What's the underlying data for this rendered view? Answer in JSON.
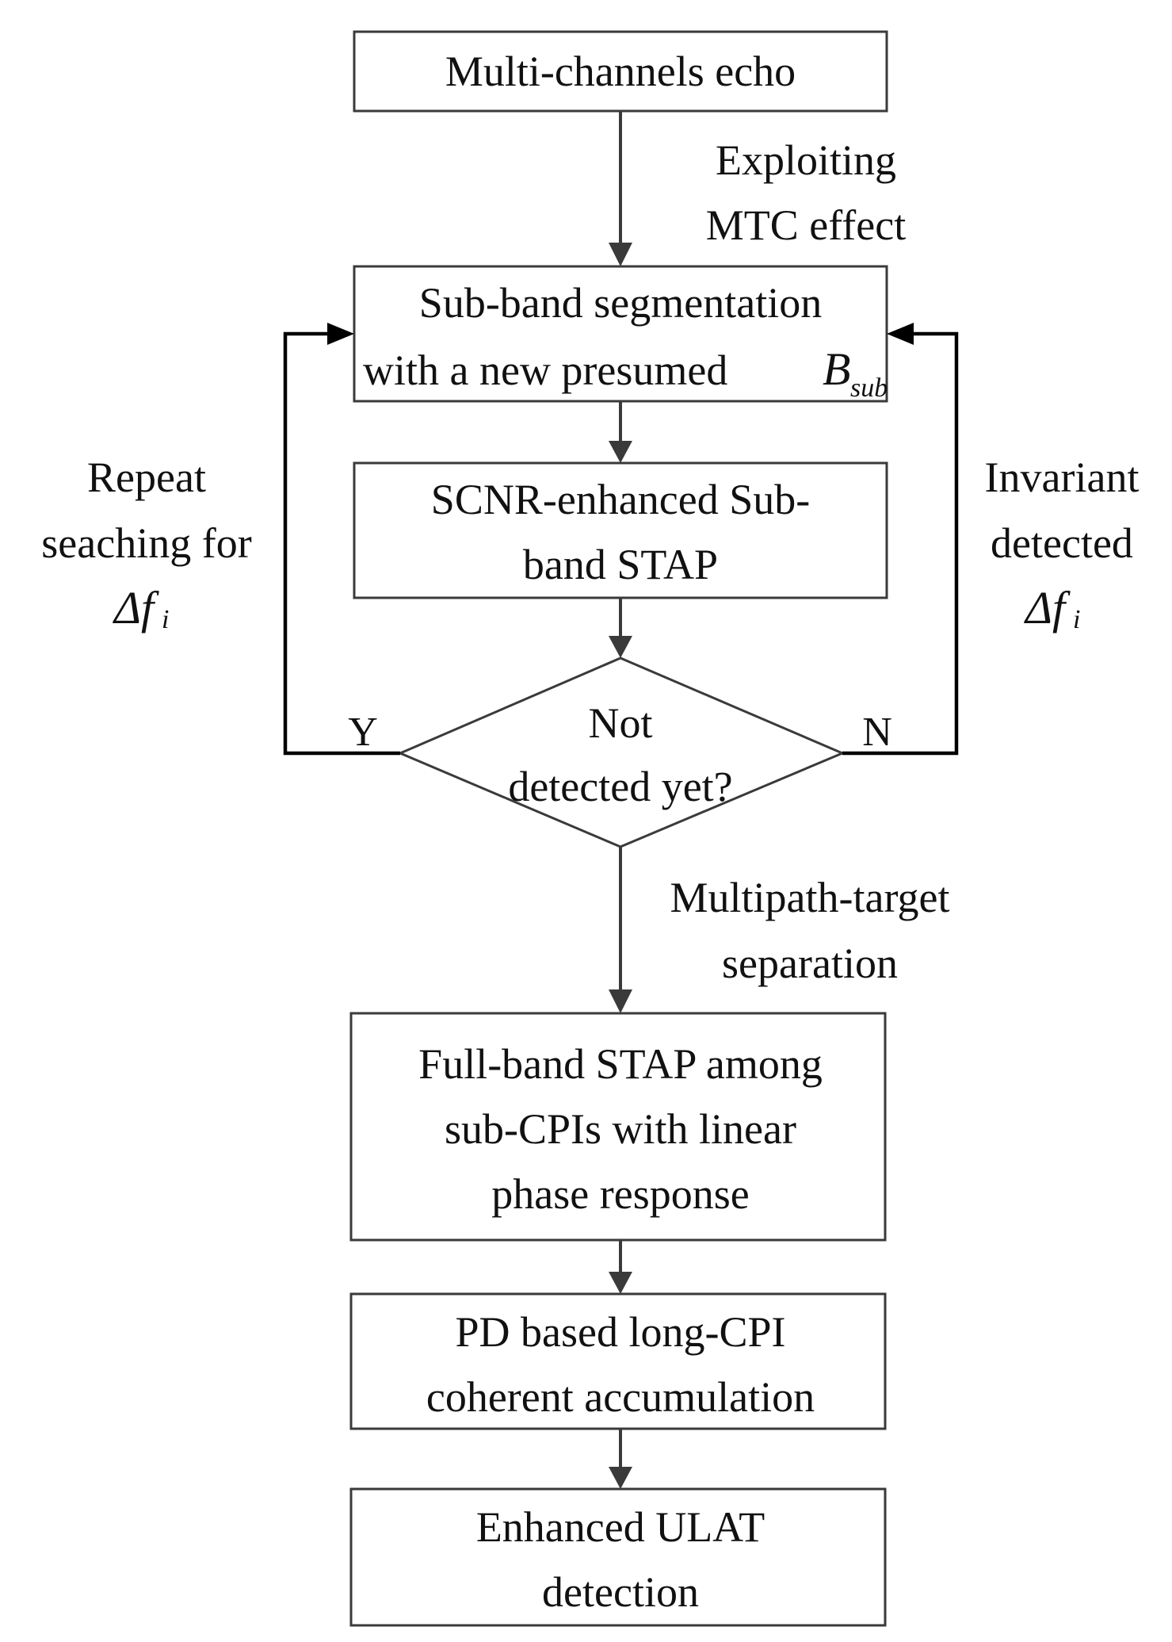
{
  "nodes": {
    "input": "Multi-channels echo",
    "segmentation": {
      "line1": "Sub-band segmentation",
      "line2": "with a new presumed",
      "symbol": "B",
      "subscript": "sub"
    },
    "stap": {
      "line1": "SCNR-enhanced Sub-",
      "line2": "band STAP"
    },
    "decision": {
      "line1": "Not",
      "line2": "detected yet?"
    },
    "fullband": {
      "line1": "Full-band STAP among",
      "line2": "sub-CPIs with linear",
      "line3": "phase response"
    },
    "accumulation": {
      "line1": "PD based long-CPI",
      "line2": "coherent accumulation"
    },
    "output": {
      "line1": "Enhanced ULAT",
      "line2": "detection"
    }
  },
  "edge_labels": {
    "mtc": {
      "line1": "Exploiting",
      "line2": "MTC effect"
    },
    "separation": {
      "line1": "Multipath-target",
      "line2": "separation"
    },
    "yes": "Y",
    "no": "N",
    "repeat": {
      "line1": "Repeat",
      "line2": "seaching for",
      "symbol": "Δf",
      "subscript": "i"
    },
    "invariant": {
      "line1": "Invariant",
      "line2": "detected",
      "symbol": "Δf",
      "subscript": "i"
    }
  }
}
